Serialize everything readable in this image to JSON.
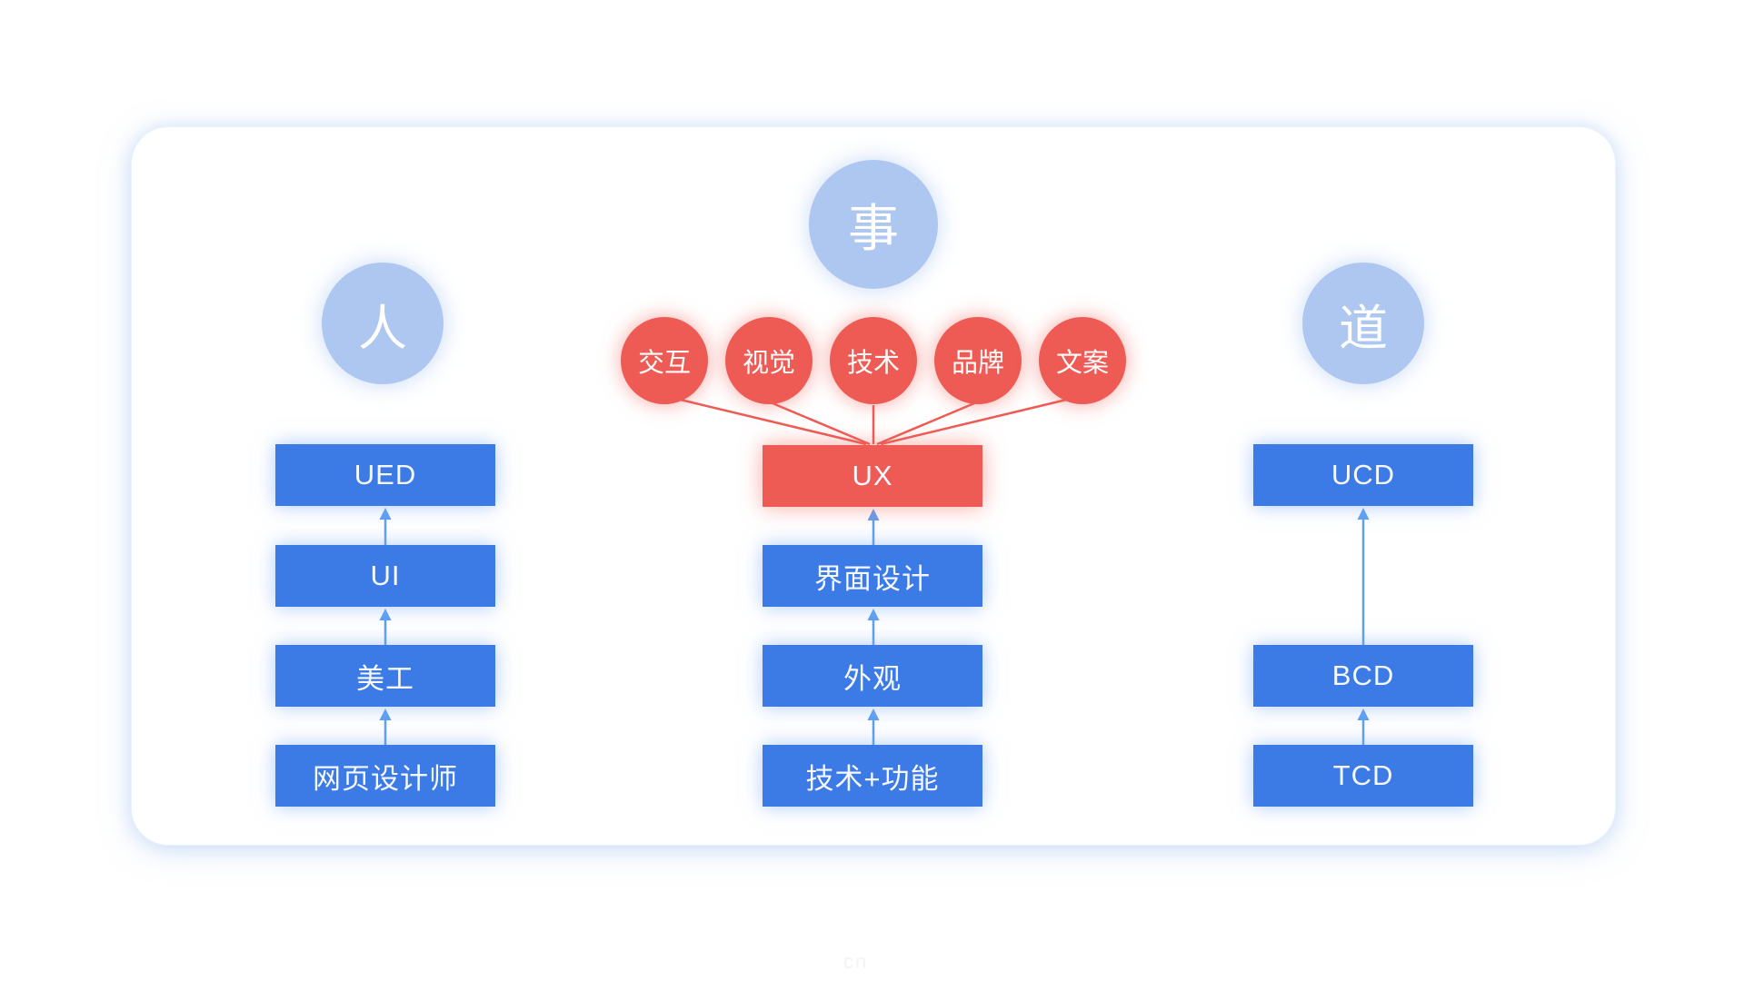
{
  "diagram": {
    "top_circle": {
      "label": "事"
    },
    "left_column": {
      "circle_label": "人",
      "boxes": [
        "UED",
        "UI",
        "美工",
        "网页设计师"
      ]
    },
    "middle_column": {
      "bubbles": [
        "交互",
        "视觉",
        "技术",
        "品牌",
        "文案"
      ],
      "boxes": [
        "UX",
        "界面设计",
        "外观",
        "技术+功能"
      ]
    },
    "right_column": {
      "circle_label": "道",
      "boxes": [
        "UCD",
        "BCD",
        "TCD"
      ]
    },
    "watermark": "cn"
  },
  "colors": {
    "box_blue": "#3c7ae6",
    "accent_red": "#ee5b54",
    "circle_light_blue": "#aec7f1",
    "arrow_blue": "#5fa0f2",
    "panel_glow": "#dce9fb"
  }
}
